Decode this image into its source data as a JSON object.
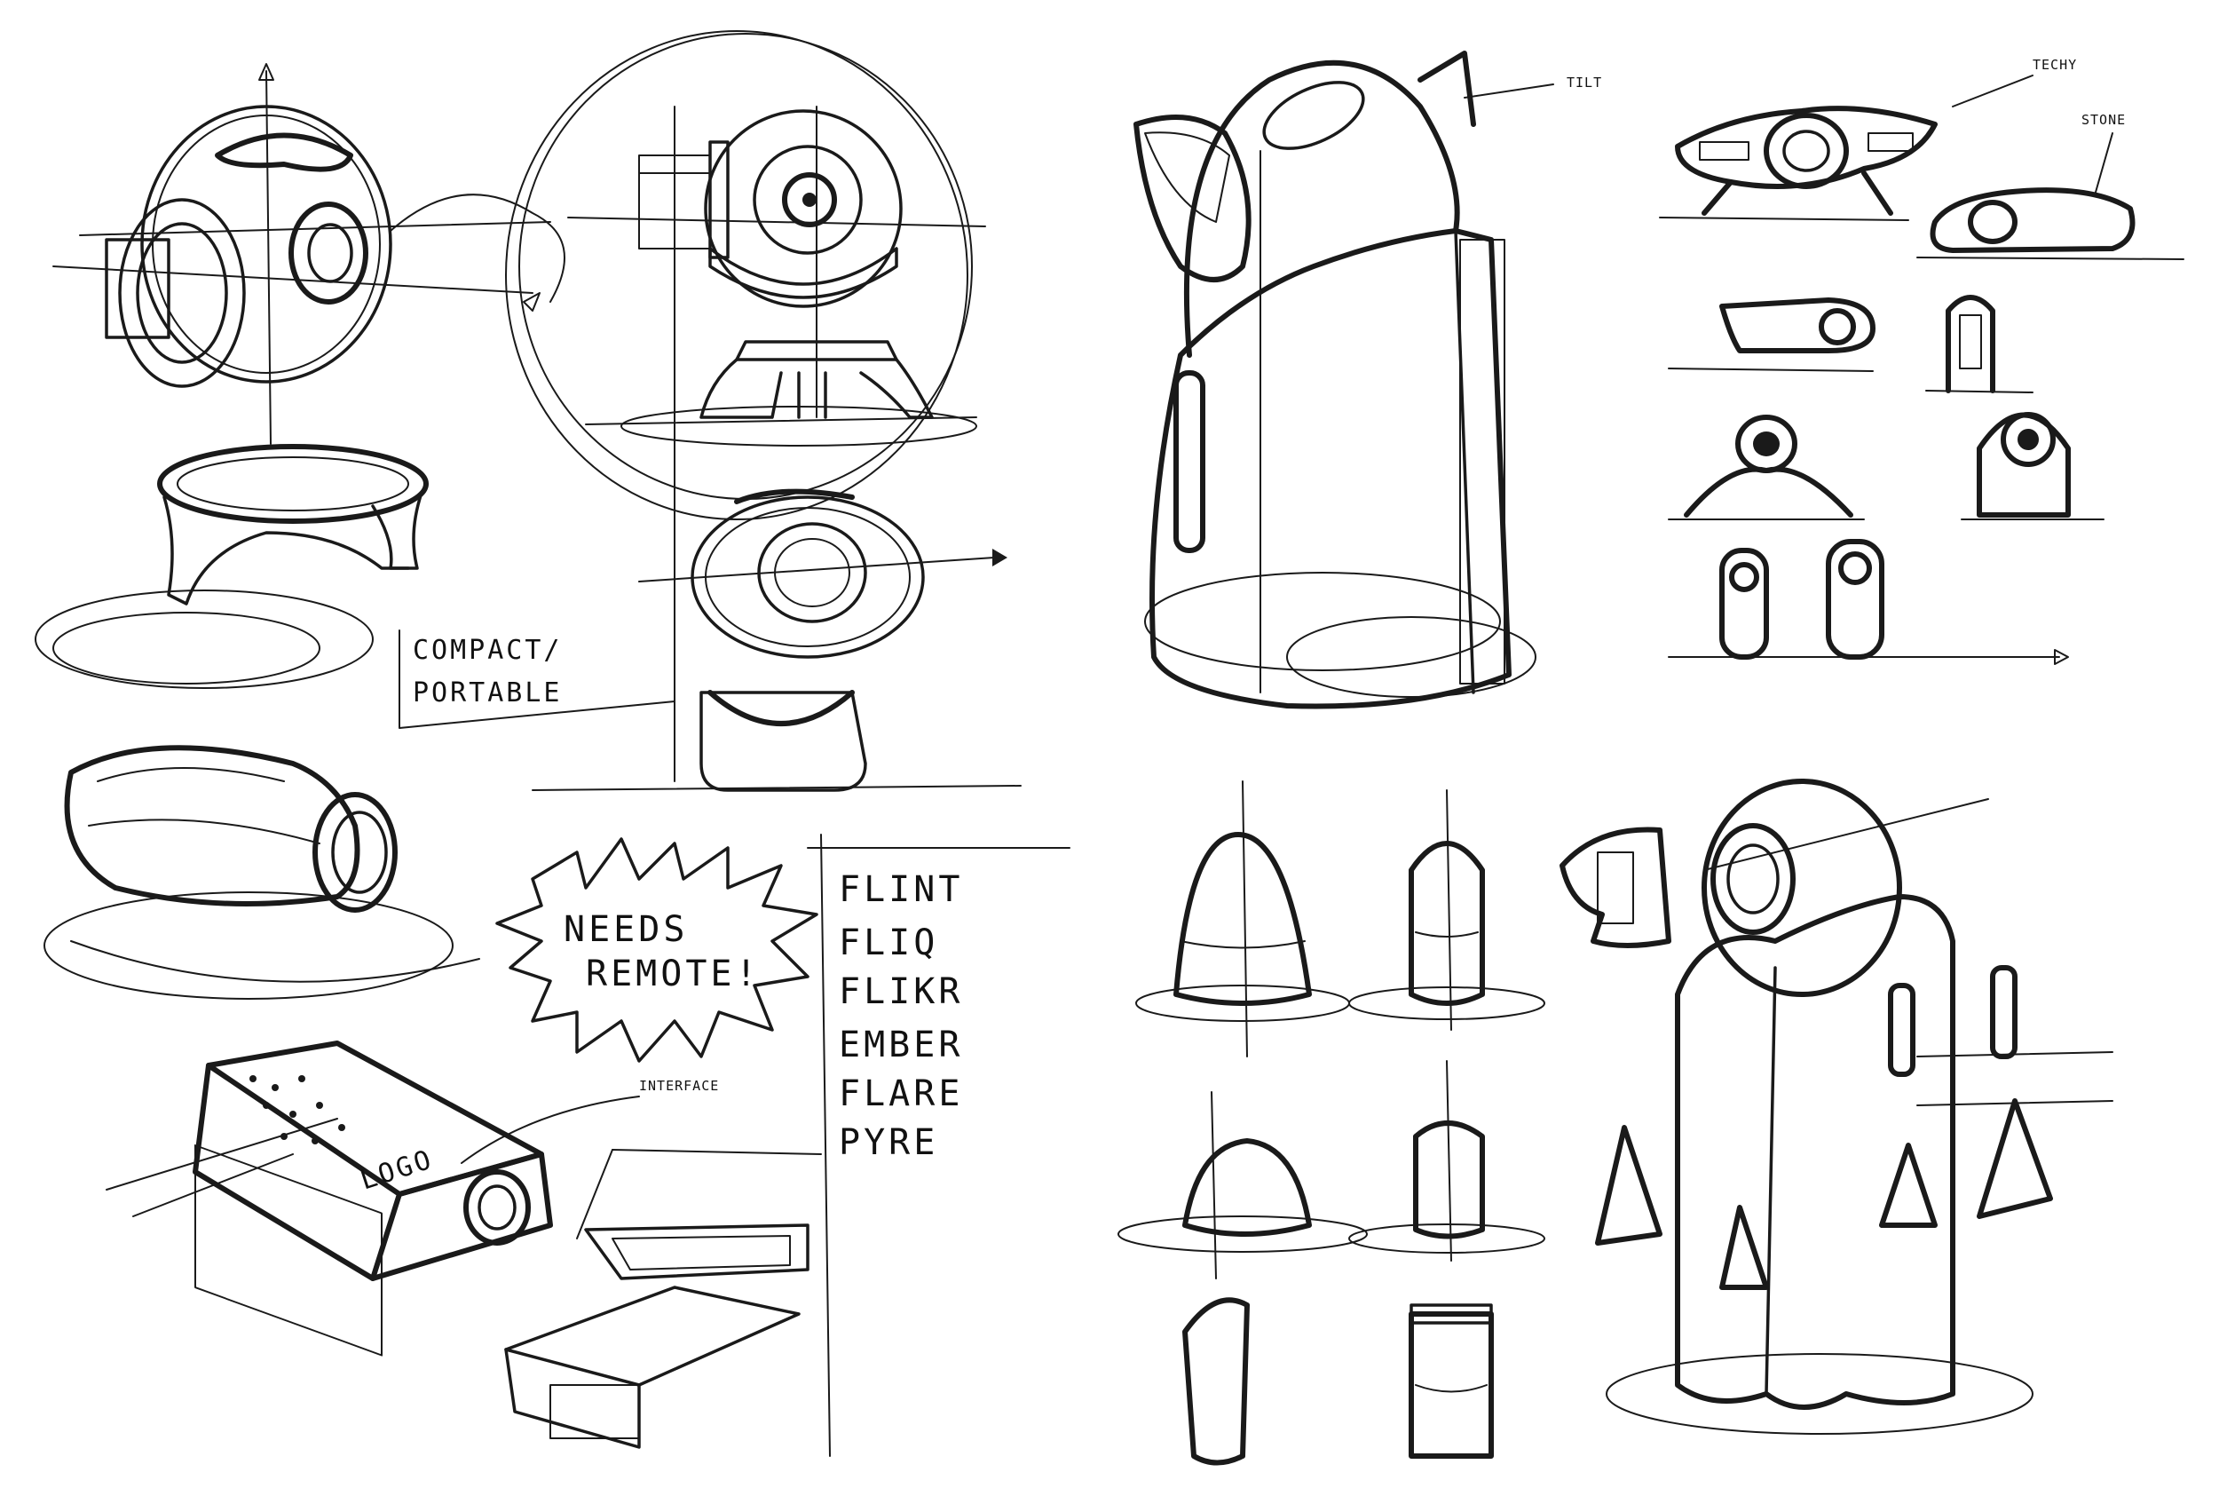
{
  "labels": {
    "compact": "COMPACT/",
    "portable": "PORTABLE",
    "needs_1": "NEEDS",
    "needs_2": "REMOTE!",
    "interface": "INTERFACE",
    "logo": "LOGO",
    "tilt": "TILT",
    "techy": "TECHY",
    "stone": "STONE"
  },
  "names": [
    "FLINT",
    "FLIQ",
    "FLIKR",
    "EMBER",
    "FLARE",
    "PYRE"
  ],
  "colors": {
    "ink": "#1a1a1a",
    "paper": "#ffffff"
  }
}
